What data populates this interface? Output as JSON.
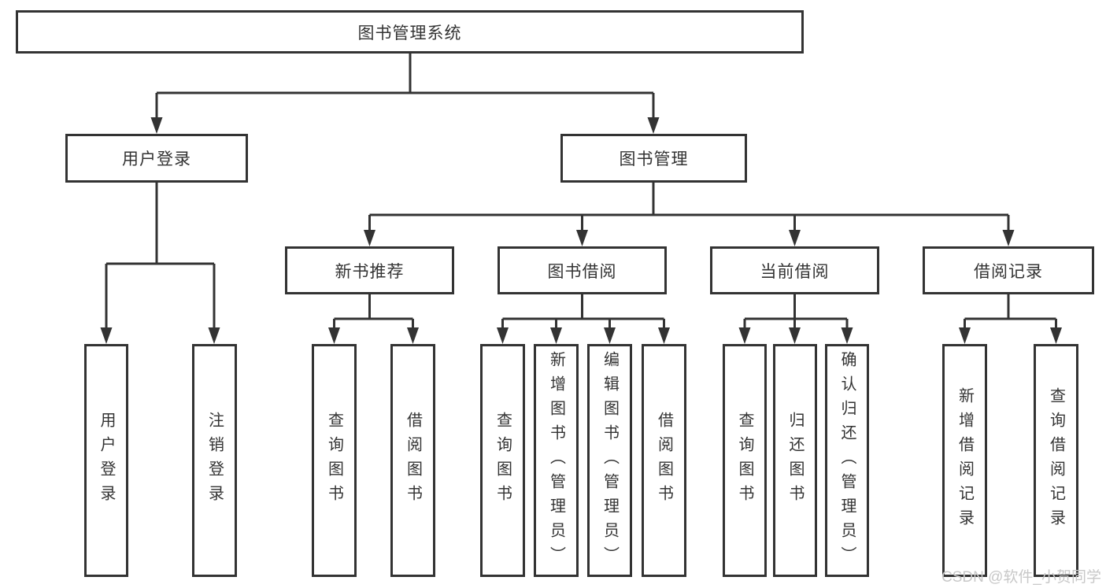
{
  "tree": {
    "label": "图书管理系统",
    "children": [
      {
        "label": "用户登录",
        "children": [
          {
            "label": "用户登录"
          },
          {
            "label": "注销登录"
          }
        ]
      },
      {
        "label": "图书管理",
        "children": [
          {
            "label": "新书推荐",
            "children": [
              {
                "label": "查询图书"
              },
              {
                "label": "借阅图书"
              }
            ]
          },
          {
            "label": "图书借阅",
            "children": [
              {
                "label": "查询图书"
              },
              {
                "label": "新增图书（管理员）"
              },
              {
                "label": "编辑图书（管理员）"
              },
              {
                "label": "借阅图书"
              }
            ]
          },
          {
            "label": "当前借阅",
            "children": [
              {
                "label": "查询图书"
              },
              {
                "label": "归还图书"
              },
              {
                "label": "确认归还（管理员）"
              }
            ]
          },
          {
            "label": "借阅记录",
            "children": [
              {
                "label": "新增借阅记录"
              },
              {
                "label": "查询借阅记录"
              }
            ]
          }
        ]
      }
    ]
  },
  "watermark": {
    "text": "CSDN @软件_小贺同学"
  },
  "colors": {
    "line": "#333333",
    "box_border": "#333333",
    "text": "#333333",
    "watermark": "#c8c8c8",
    "background": "#ffffff"
  }
}
